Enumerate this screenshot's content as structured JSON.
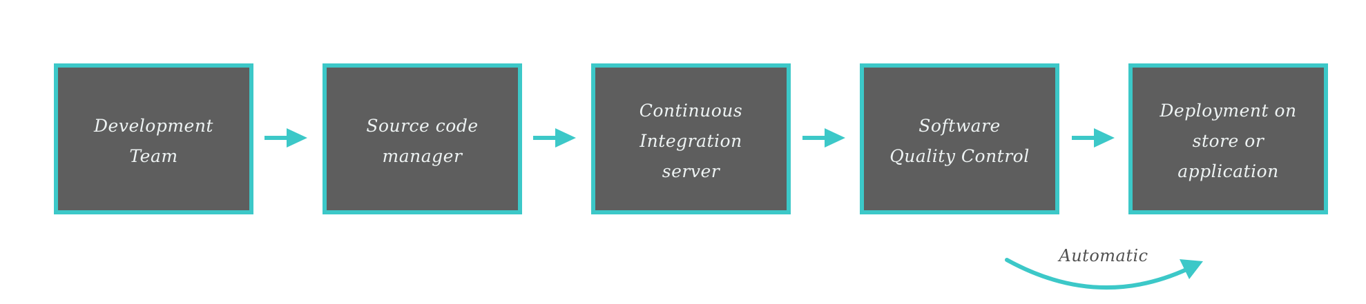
{
  "diagram": {
    "type": "pipeline-flow",
    "colors": {
      "box_fill": "#5e5e5e",
      "box_border": "#3cc8c8",
      "box_text": "#eef3f3",
      "arrow": "#3cc8c8",
      "annotation_text": "#505050",
      "background": "#ffffff"
    },
    "steps": [
      {
        "label": "Development\nTeam"
      },
      {
        "label": "Source code\nmanager"
      },
      {
        "label": "Continuous\nIntegration\nserver"
      },
      {
        "label": "Software\nQuality Control"
      },
      {
        "label": "Deployment on\nstore or\napplication"
      }
    ],
    "connectors": [
      {
        "from": "Development Team",
        "to": "Source code manager",
        "icon": "arrow-right-icon"
      },
      {
        "from": "Source code manager",
        "to": "Continuous Integration server",
        "icon": "arrow-right-icon"
      },
      {
        "from": "Continuous Integration server",
        "to": "Software Quality Control",
        "icon": "arrow-right-icon"
      },
      {
        "from": "Software Quality Control",
        "to": "Deployment on store or application",
        "icon": "arrow-right-icon"
      }
    ],
    "annotation": {
      "label": "Automatic",
      "icon": "curved-arrow-icon"
    }
  }
}
